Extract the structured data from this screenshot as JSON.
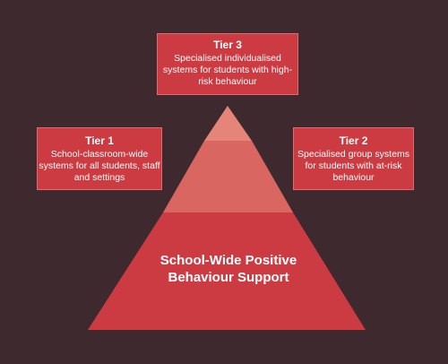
{
  "tiers": [
    {
      "title": "Tier 3",
      "description": "Specialised individualised systems for students with high-risk behaviour"
    },
    {
      "title": "Tier 1",
      "description": "School-classroom-wide systems for all students, staff and settings"
    },
    {
      "title": "Tier 2",
      "description": "Specialised group systems for students with at-risk behaviour"
    }
  ],
  "pyramid": {
    "label": "School-Wide Positive Behaviour Support"
  },
  "colors": {
    "background": "#3e2a2e",
    "box": "#cc3b42",
    "base": "#cc3b42",
    "middle": "#da6661",
    "top": "#e5857a"
  }
}
